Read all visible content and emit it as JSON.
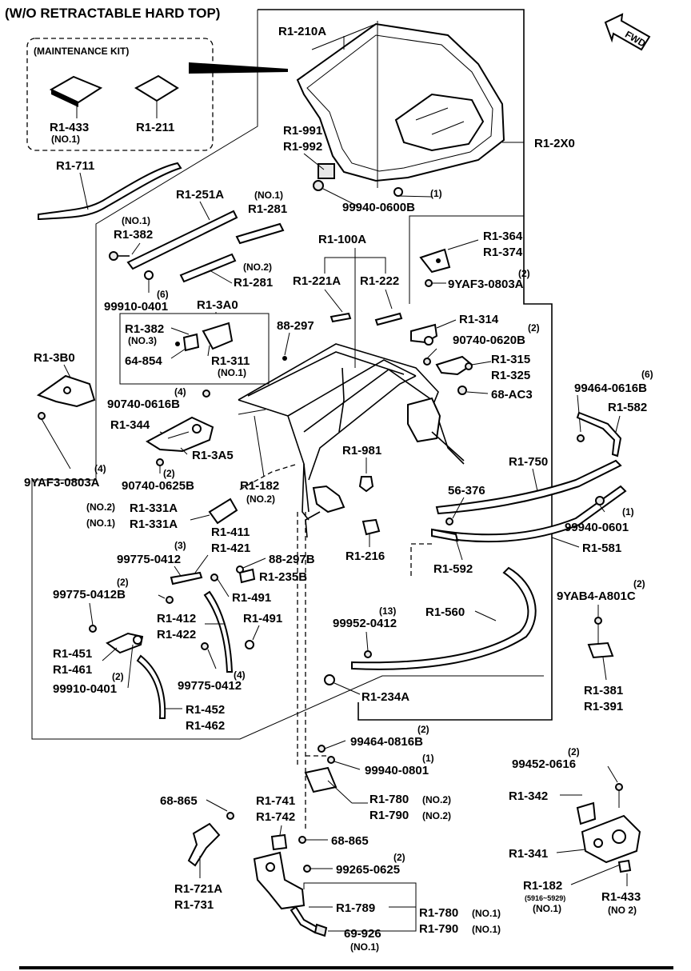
{
  "header": {
    "title": "(W/O RETRACTABLE HARD TOP)",
    "fwd": "FWD"
  },
  "kit": {
    "title": "(MAINTENANCE KIT)"
  },
  "labels": {
    "r1_210a": "R1-210A",
    "r1_433": "R1-433",
    "no1_a": "(NO.1)",
    "r1_211": "R1-211",
    "r1_991": "R1-991",
    "r1_992": "R1-992",
    "r1_2x0": "R1-2X0",
    "r1_711": "R1-711",
    "p99940_0600b_qty": "(1)",
    "p99940_0600b": "99940-0600B",
    "r1_251a": "R1-251A",
    "no1_b": "(NO.1)",
    "r1_281_a": "R1-281",
    "no1_c": "(NO.1)",
    "r1_382_a": "R1-382",
    "no2_a": "(NO.2)",
    "r1_281_b": "R1-281",
    "p99910_0401_qty": "(6)",
    "p99910_0401": "99910-0401",
    "r1_100a": "R1-100A",
    "r1_221a": "R1-221A",
    "r1_222": "R1-222",
    "r1_364": "R1-364",
    "r1_374": "R1-374",
    "p9yaf3_0803a_qty_a": "(2)",
    "p9yaf3_0803a_a": "9YAF3-0803A",
    "r1_3a0": "R1-3A0",
    "r1_382_b": "R1-382",
    "no3": "(NO.3)",
    "p64_854": "64-854",
    "r1_311": "R1-311",
    "no1_d": "(NO.1)",
    "p88_297_a": "88-297",
    "r1_314": "R1-314",
    "p90740_0620b_qty": "(2)",
    "p90740_0620b": "90740-0620B",
    "r1_315": "R1-315",
    "r1_325": "R1-325",
    "p68_ac3": "68-AC3",
    "r1_3b0": "R1-3B0",
    "p90740_0616b_qty": "(4)",
    "p90740_0616b": "90740-0616B",
    "p99464_0616b_qty": "(6)",
    "p99464_0616b": "99464-0616B",
    "r1_582": "R1-582",
    "r1_344": "R1-344",
    "r1_3a5": "R1-3A5",
    "p90740_0625b_qty": "(2)",
    "p90740_0625b": "90740-0625B",
    "p9yaf3_0803a_qty_b": "(4)",
    "p9yaf3_0803a_b": "9YAF3-0803A",
    "r1_981": "R1-981",
    "r1_750": "R1-750",
    "r1_182_a": "R1-182",
    "no2_b": "(NO.2)",
    "p56_376": "56-376",
    "p99940_0601_qty": "(1)",
    "p99940_0601": "99940-0601",
    "no2_c": "(NO.2)",
    "r1_331a_a": "R1-331A",
    "no1_e": "(NO.1)",
    "r1_331a_b": "R1-331A",
    "r1_216": "R1-216",
    "r1_581": "R1-581",
    "r1_411": "R1-411",
    "r1_421": "R1-421",
    "p99775_0412_qty_a": "(3)",
    "p99775_0412_a": "99775-0412",
    "p88_297b": "88-297B",
    "r1_235b": "R1-235B",
    "r1_592": "R1-592",
    "p99775_0412b_qty": "(2)",
    "p99775_0412b": "99775-0412B",
    "r1_491_a": "R1-491",
    "p9yab4_qty": "(2)",
    "p9yab4": "9YAB4-A801C",
    "r1_412": "R1-412",
    "r1_422": "R1-422",
    "r1_491_b": "R1-491",
    "p99952_0412_qty": "(13)",
    "p99952_0412": "99952-0412",
    "r1_560": "R1-560",
    "r1_451": "R1-451",
    "r1_461": "R1-461",
    "p99910_0401b_qty": "(2)",
    "p99910_0401b": "99910-0401",
    "p99775_0412_qty_b": "(4)",
    "p99775_0412_b": "99775-0412",
    "r1_381": "R1-381",
    "r1_391": "R1-391",
    "r1_234a": "R1-234A",
    "r1_452": "R1-452",
    "r1_462": "R1-462",
    "p99464_0816b_qty": "(2)",
    "p99464_0816b": "99464-0816B",
    "p99940_0801_qty": "(1)",
    "p99940_0801": "99940-0801",
    "p99452_0616_qty": "(2)",
    "p99452_0616": "99452-0616",
    "p68_865_a": "68-865",
    "r1_741": "R1-741",
    "r1_742": "R1-742",
    "r1_780_a": "R1-780",
    "no2_d": "(NO.2)",
    "r1_790_a": "R1-790",
    "no2_e": "(NO.2)",
    "r1_342": "R1-342",
    "p68_865_b": "68-865",
    "p99265_0625_qty": "(2)",
    "p99265_0625": "99265-0625",
    "r1_341": "R1-341",
    "r1_721a": "R1-721A",
    "r1_731": "R1-731",
    "r1_789": "R1-789",
    "r1_780_b": "R1-780",
    "no1_f": "(NO.1)",
    "r1_790_b": "R1-790",
    "no1_g": "(NO.1)",
    "r1_182_b": "R1-182",
    "serial": "(5916~5929)",
    "no1_h": "(NO.1)",
    "r1_433_b": "R1-433",
    "no2_f": "(NO 2)",
    "p69_926": "69-926",
    "no1_i": "(NO.1)"
  }
}
